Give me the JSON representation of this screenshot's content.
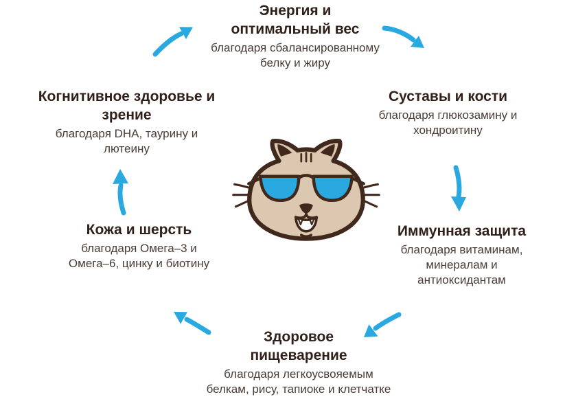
{
  "colors": {
    "arrow": "#2aa9e0",
    "heading": "#31201a",
    "body": "#493c36",
    "cat_face": "#dcc7b0",
    "cat_outline": "#40281c",
    "glasses_lens": "#2aa9e0",
    "background": "#ffffff"
  },
  "center_icon": "cat-with-sunglasses",
  "cycle": [
    {
      "id": "energy",
      "title_lines": [
        "Энергия и",
        "оптимальный вес"
      ],
      "subtitle_lines": [
        "благодаря сбалансированному",
        "белку и жиру"
      ]
    },
    {
      "id": "joints",
      "title_lines": [
        "Суставы и кости"
      ],
      "subtitle_lines": [
        "благодаря глюкозамину и",
        "хондроитину"
      ]
    },
    {
      "id": "immunity",
      "title_lines": [
        "Иммунная защита"
      ],
      "subtitle_lines": [
        "благодаря витаминам,",
        "минералам и",
        "антиоксидантам"
      ]
    },
    {
      "id": "digestion",
      "title_lines": [
        "Здоровое",
        "пищеварение"
      ],
      "subtitle_lines": [
        "благодаря легкоусвояемым",
        "белкам, рису, тапиоке и клетчатке"
      ]
    },
    {
      "id": "skin",
      "title_lines": [
        "Кожа и шерсть"
      ],
      "subtitle_lines": [
        "благодаря Омега–3 и",
        "Омега–6, цинку и биотину"
      ]
    },
    {
      "id": "cognitive",
      "title_lines": [
        "Когнитивное здоровье и",
        "зрение"
      ],
      "subtitle_lines": [
        "благодаря DHA, таурину и",
        "лютеину"
      ]
    }
  ],
  "arrows": [
    "cognitive-to-energy",
    "energy-to-joints",
    "joints-to-immunity",
    "immunity-to-digestion",
    "digestion-to-skin",
    "skin-to-cognitive"
  ]
}
